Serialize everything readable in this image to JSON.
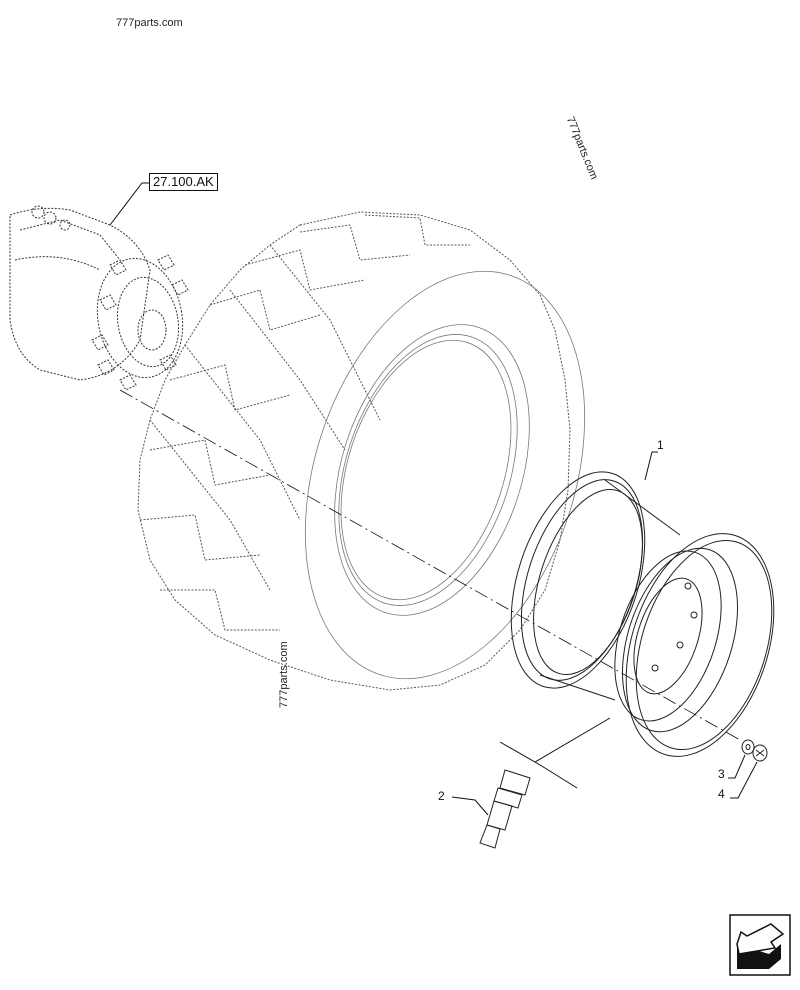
{
  "watermarks": {
    "top_left": "777parts.com",
    "top_right_rotated": "777parts.com",
    "tire_rotated": "777parts.com"
  },
  "reference": {
    "label": "27.100.AK"
  },
  "callouts": [
    {
      "number": "1",
      "part": "wheel-rim"
    },
    {
      "number": "2",
      "part": "valve-stem"
    },
    {
      "number": "3",
      "part": "washer"
    },
    {
      "number": "4",
      "part": "nut"
    }
  ],
  "navigation": {
    "icon": "back-arrow-icon"
  },
  "colors": {
    "line": "#111111",
    "dotted": "#555555",
    "background": "#ffffff"
  }
}
